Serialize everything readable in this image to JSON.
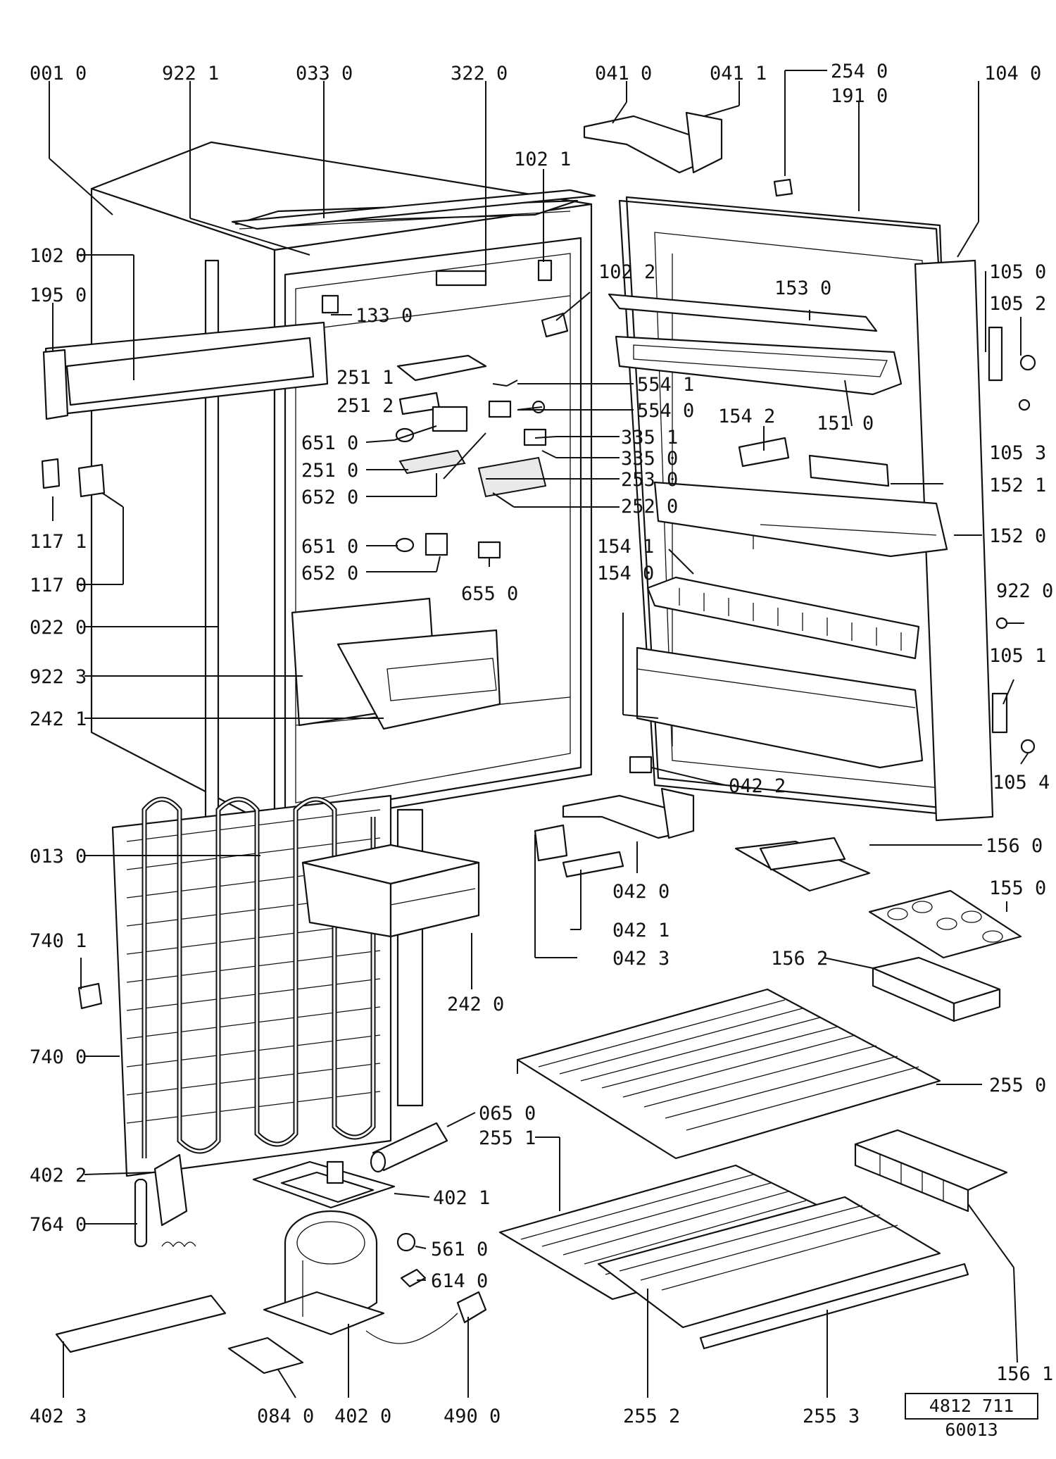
{
  "document_number": "4812 711 60013",
  "parts": {
    "p0010": "001 0",
    "p9221": "922 1",
    "p0330": "033 0",
    "p3220": "322 0",
    "p0410": "041 0",
    "p0411": "041 1",
    "p2540": "254 0",
    "p1910": "191 0",
    "p1040": "104 0",
    "p1021": "102 1",
    "p1020": "102 0",
    "p1950": "195 0",
    "p1330": "133 0",
    "p1022": "102 2",
    "p1530": "153 0",
    "p1050": "105 0",
    "p1052": "105 2",
    "p2511": "251 1",
    "p5541": "554 1",
    "p2512": "251 2",
    "p5540": "554 0",
    "p1510": "151 0",
    "p1542": "154 2",
    "p6510a": "651 0",
    "p3351": "335 1",
    "p3350": "335 0",
    "p1053": "105 3",
    "p2510": "251 0",
    "p2530": "253 0",
    "p1521": "152 1",
    "p6520a": "652 0",
    "p2520": "252 0",
    "p1171": "117 1",
    "p1520": "152 0",
    "p1541": "154 1",
    "p6510b": "651 0",
    "p1540": "154 0",
    "p1170": "117 0",
    "p6520b": "652 0",
    "p9220": "922 0",
    "p6550": "655 0",
    "p0220": "022 0",
    "p1051": "105 1",
    "p9223": "922 3",
    "p2421": "242 1",
    "p1054": "105 4",
    "p0422": "042 2",
    "p1560": "156 0",
    "p0130": "013 0",
    "p0420": "042 0",
    "p1550": "155 0",
    "p7401": "740 1",
    "p0421": "042 1",
    "p1562": "156 2",
    "p0423": "042 3",
    "p2420": "242 0",
    "p7400": "740 0",
    "p2550": "255 0",
    "p0650": "065 0",
    "p2551": "255 1",
    "p4022": "402 2",
    "p4021": "402 1",
    "p7640": "764 0",
    "p5610": "561 0",
    "p6140": "614 0",
    "p1561": "156 1",
    "p4023": "402 3",
    "p0840": "084 0",
    "p4020": "402 0",
    "p4900": "490 0",
    "p2552": "255 2",
    "p2553": "255 3"
  }
}
